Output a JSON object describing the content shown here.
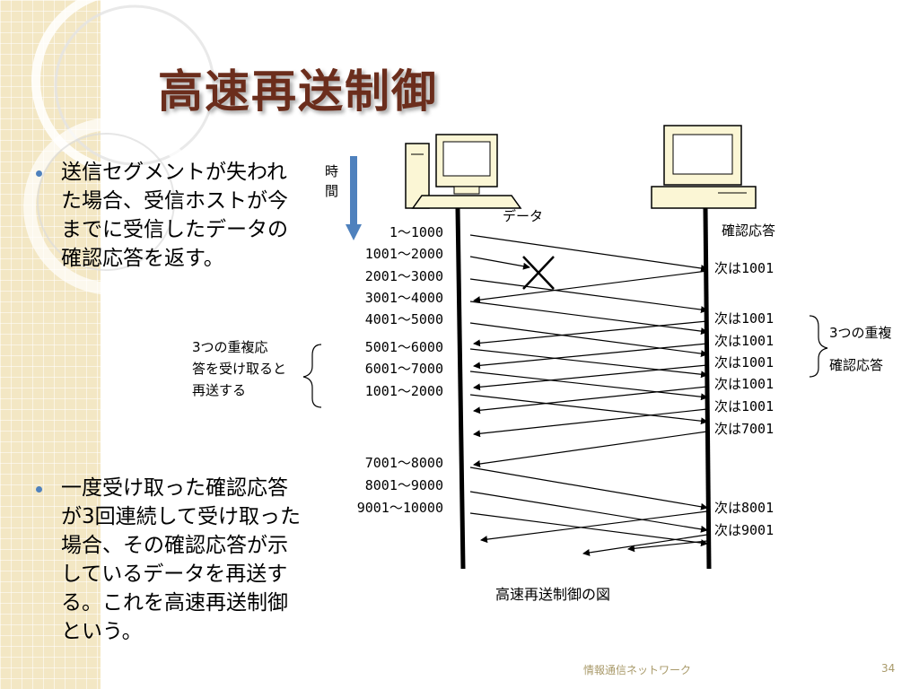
{
  "title": "高速再送制御",
  "bullets": [
    "送信セグメントが失われた場合、受信ホストが今までに受信したデータの確認応答を返す。",
    "一度受け取った確認応答が3回連続して受け取った場合、その確認応答が示しているデータを再送する。これを高速再送制御という。"
  ],
  "diagram": {
    "time_label": "時間",
    "data_label": "データ",
    "ack_label": "確認応答",
    "caption": "高速再送制御の図",
    "left_note": [
      "3つの重複応",
      "答を受け取ると",
      "再送する"
    ],
    "right_note": [
      "3つの重複",
      "確認応答"
    ],
    "segments": [
      "1～1000",
      "1001～2000",
      "2001～3000",
      "3001～4000",
      "4001～5000",
      "5001～6000",
      "6001～7000",
      "1001～2000",
      "7001～8000",
      "8001～9000",
      "9001～10000"
    ],
    "acks": [
      "次は1001",
      "次は1001",
      "次は1001",
      "次は1001",
      "次は1001",
      "次は1001",
      "次は7001",
      "次は8001",
      "次は9001"
    ]
  },
  "footer": {
    "label": "情報通信ネットワーク",
    "page": "34"
  },
  "colors": {
    "title": "#6b2d1c",
    "bullet": "#4f81bd",
    "sidebar": "#f3e7c4",
    "monitor": "#fbf6d5",
    "time_arrow": "#4f81bd"
  }
}
